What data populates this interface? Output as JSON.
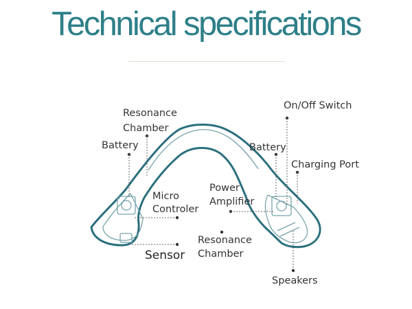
{
  "title": "Technical specifications",
  "labels": {
    "resonance_chamber_left": [
      "Resonance",
      "Chamber"
    ],
    "battery_left": "Battery",
    "micro_controller": [
      "Micro",
      "Controler"
    ],
    "sensor": "Sensor",
    "power_amplifier": [
      "Power",
      "Amplifier"
    ],
    "resonance_chamber_bottom": [
      "Resonance",
      "Chamber"
    ],
    "on_off_switch": "On/Off Switch",
    "battery_right": "Battery",
    "charging_port": "Charging Port",
    "speakers": "Speakers"
  },
  "colors": {
    "title": "#2e7f88",
    "device_outline": "#2a6f7c",
    "device_inner": "#77a3ab",
    "label_text": "#333333",
    "divider": "#e4dfcf"
  }
}
